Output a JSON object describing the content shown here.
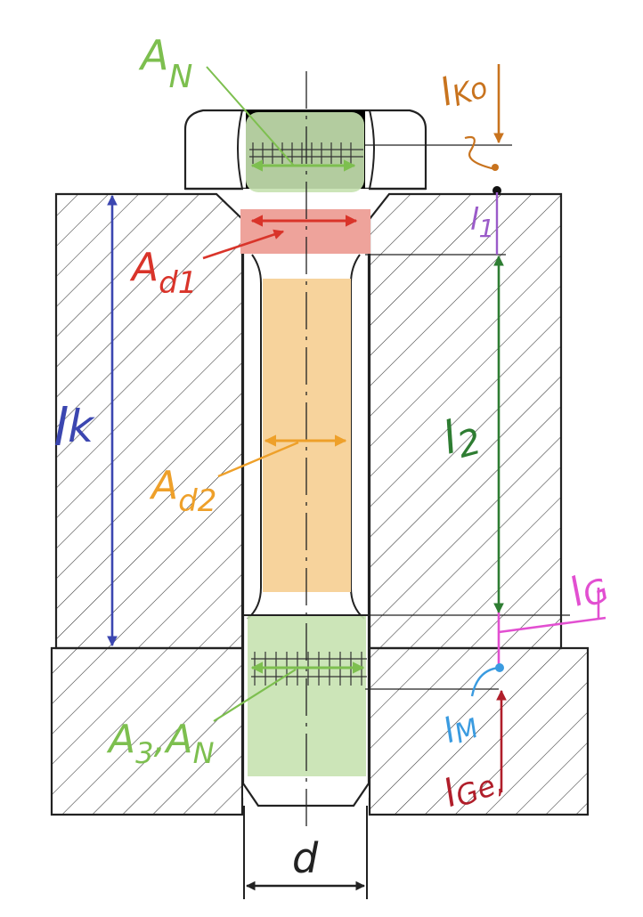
{
  "colors": {
    "green": "#7dbf4f",
    "green_fill": "#c6e2b0",
    "red": "#d9342a",
    "red_fill": "#eea39b",
    "orange": "#eea02a",
    "orange_fill": "#f7d39c",
    "dark_green": "#2e7d32",
    "blue": "#3b46b0",
    "purple": "#9b5bc9",
    "magenta": "#e24fd1",
    "light_blue": "#3a9be0",
    "brown": "#c8731e",
    "dark_red": "#b01e2a",
    "ink": "#222222"
  },
  "labels": {
    "a_n_top": {
      "main": "A",
      "sub": "N"
    },
    "l_ko": {
      "main": "l",
      "sub": "Ko"
    },
    "l_1": {
      "main": "l",
      "sub": "1"
    },
    "a_d1": {
      "main": "A",
      "sub": "d1"
    },
    "l_k": {
      "main": "l",
      "sub": "k"
    },
    "l_2": {
      "main": "l",
      "sub": "2"
    },
    "a_d2": {
      "main": "A",
      "sub": "d2"
    },
    "l_g": {
      "main": "l",
      "sub": "G"
    },
    "l_m": {
      "main": "l",
      "sub": "M"
    },
    "l_ge": {
      "main": "l",
      "sub": "Ge",
      "suffix": ","
    },
    "a_3_a_n": {
      "main": "A",
      "sub": "3",
      "sep": ",",
      "main2": "A",
      "sub2": "N"
    },
    "d": {
      "main": "d"
    }
  }
}
